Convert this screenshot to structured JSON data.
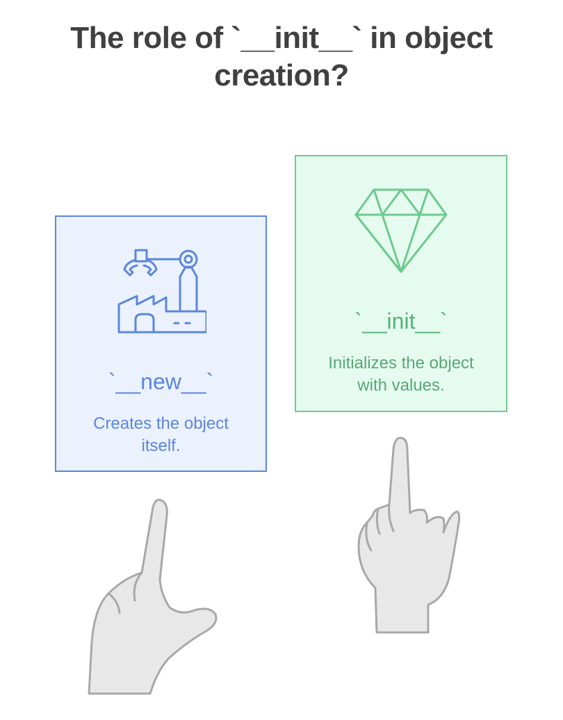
{
  "title": {
    "line1": "The role of `__init__` in object",
    "line2": "creation?"
  },
  "cards": [
    {
      "heading": "`__new__`",
      "description_line1": "Creates the object",
      "description_line2": "itself.",
      "icon": "factory-robot-arm-icon",
      "color": "#5b86db",
      "background": "#ebf1fd"
    },
    {
      "heading": "`__init__`",
      "description_line1": "Initializes the object",
      "description_line2": "with values.",
      "icon": "diamond-icon",
      "color": "#6cca8e",
      "background": "#e6fbef"
    }
  ],
  "hands": {
    "left": "pointing-hand-icon",
    "right": "pointing-hand-icon",
    "color": "#e8e8e8",
    "stroke": "#a8a8a8"
  }
}
